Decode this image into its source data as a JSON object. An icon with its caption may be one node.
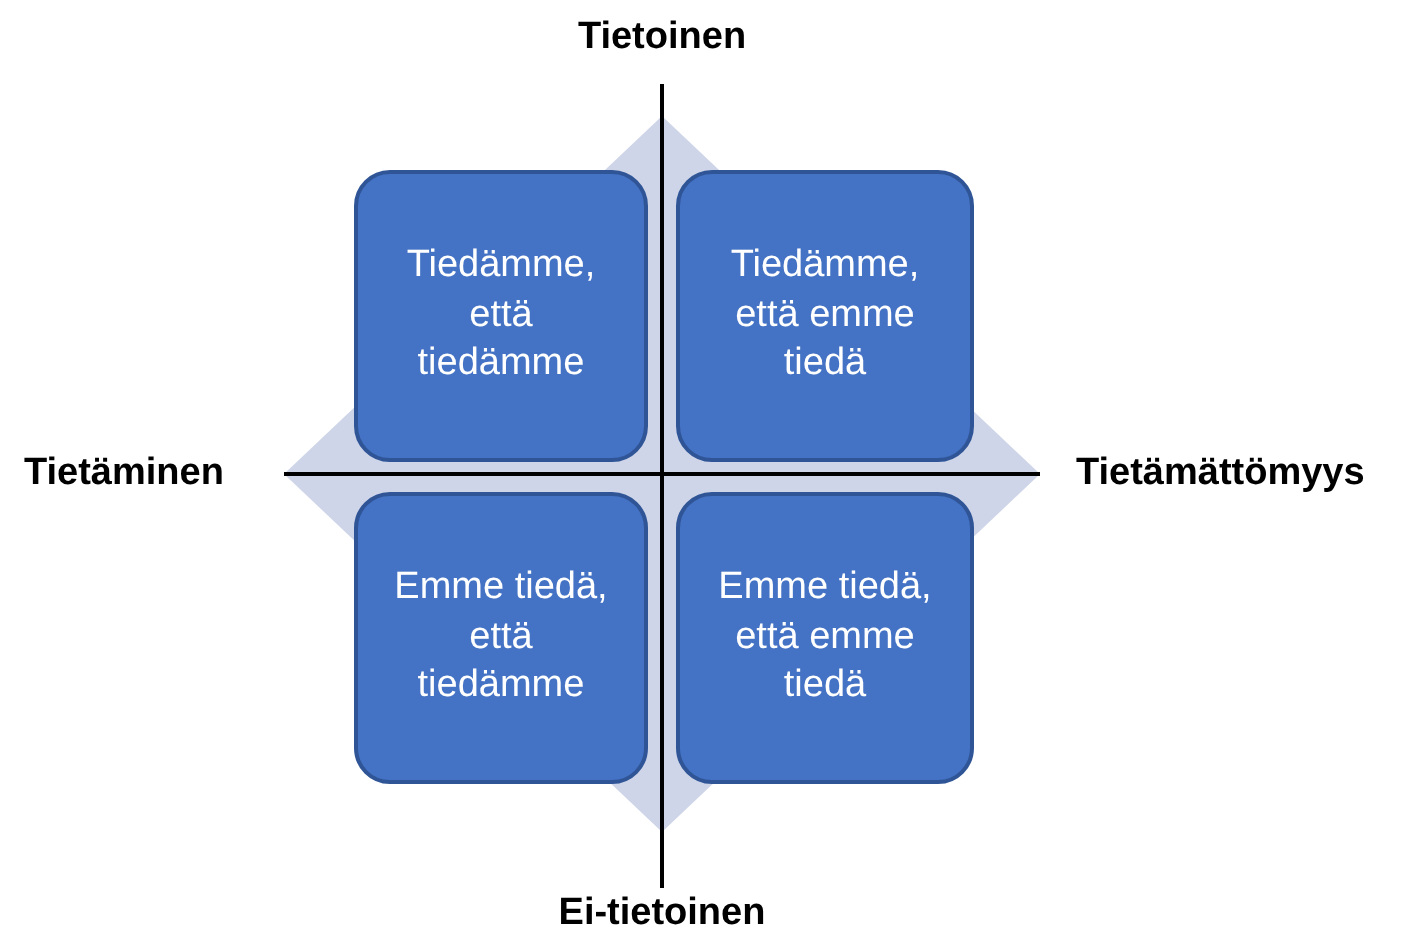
{
  "diagram": {
    "nodes": [
      {
        "text": [
          "Tiedämme, että tiedämme"
        ]
      },
      {
        "text": [
          "Tiedämme, että emme tiedä"
        ]
      },
      {
        "text": [
          "Emme tiedä, että tiedämme"
        ]
      },
      {
        "text": [
          "Emme tiedä, että emme tiedä"
        ]
      }
    ],
    "labels": [
      "Tietoinen",
      "Tietäminen",
      "Tietämättömyys",
      "Ei-tietoinen"
    ]
  }
}
